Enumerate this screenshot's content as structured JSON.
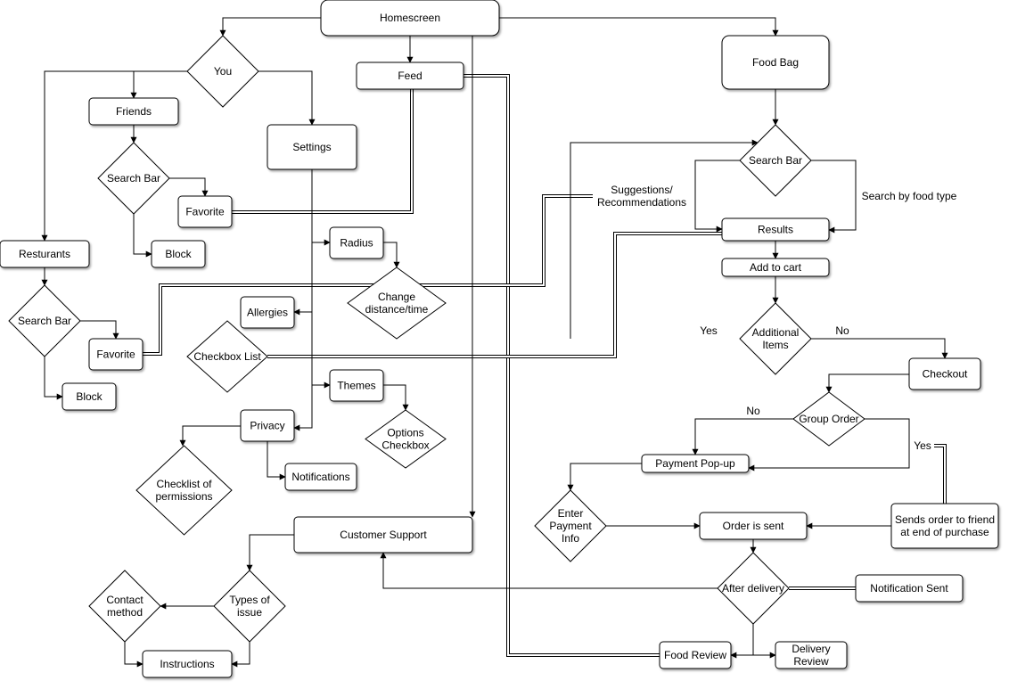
{
  "nodes": {
    "homescreen": "Homescreen",
    "you": "You",
    "feed": "Feed",
    "food_bag": "Food Bag",
    "friends": "Friends",
    "settings": "Settings",
    "search_bar_friends": "Search Bar",
    "favorite_friends": "Favorite",
    "block_friends": "Block",
    "resturants": "Resturants",
    "search_bar_resturants": "Search Bar",
    "favorite_resturants": "Favorite",
    "block_resturants": "Block",
    "radius": "Radius",
    "change_distance": [
      "Change",
      "distance/time"
    ],
    "allergies": "Allergies",
    "checkbox_list": "Checkbox List",
    "themes": "Themes",
    "options_checkbox": [
      "Options",
      "Checkbox"
    ],
    "privacy": "Privacy",
    "checklist_permissions": [
      "Checklist of",
      "permissions"
    ],
    "notifications": "Notifications",
    "customer_support": "Customer Support",
    "types_of_issue": [
      "Types of",
      "issue"
    ],
    "contact_method": [
      "Contact",
      "method"
    ],
    "instructions": "Instructions",
    "search_bar_food": "Search Bar",
    "results": "Results",
    "add_to_cart": "Add to cart",
    "additional_items": [
      "Additional",
      "Items"
    ],
    "checkout": "Checkout",
    "group_order": "Group Order",
    "payment_popup": "Payment Pop-up",
    "enter_payment": [
      "Enter",
      "Payment",
      "Info"
    ],
    "order_sent": "Order is sent",
    "sends_order": [
      "Sends order to friend",
      "at end of purchase"
    ],
    "after_delivery": "After delivery",
    "notification_sent": "Notification Sent",
    "food_review": "Food Review",
    "delivery_review": [
      "Delivery",
      "Review"
    ]
  },
  "labels": {
    "suggestions": [
      "Suggestions/",
      "Recommendations"
    ],
    "search_by_food_type": "Search by food type",
    "yes_additional": "Yes",
    "no_additional": "No",
    "no_group": "No",
    "yes_group": "Yes"
  }
}
